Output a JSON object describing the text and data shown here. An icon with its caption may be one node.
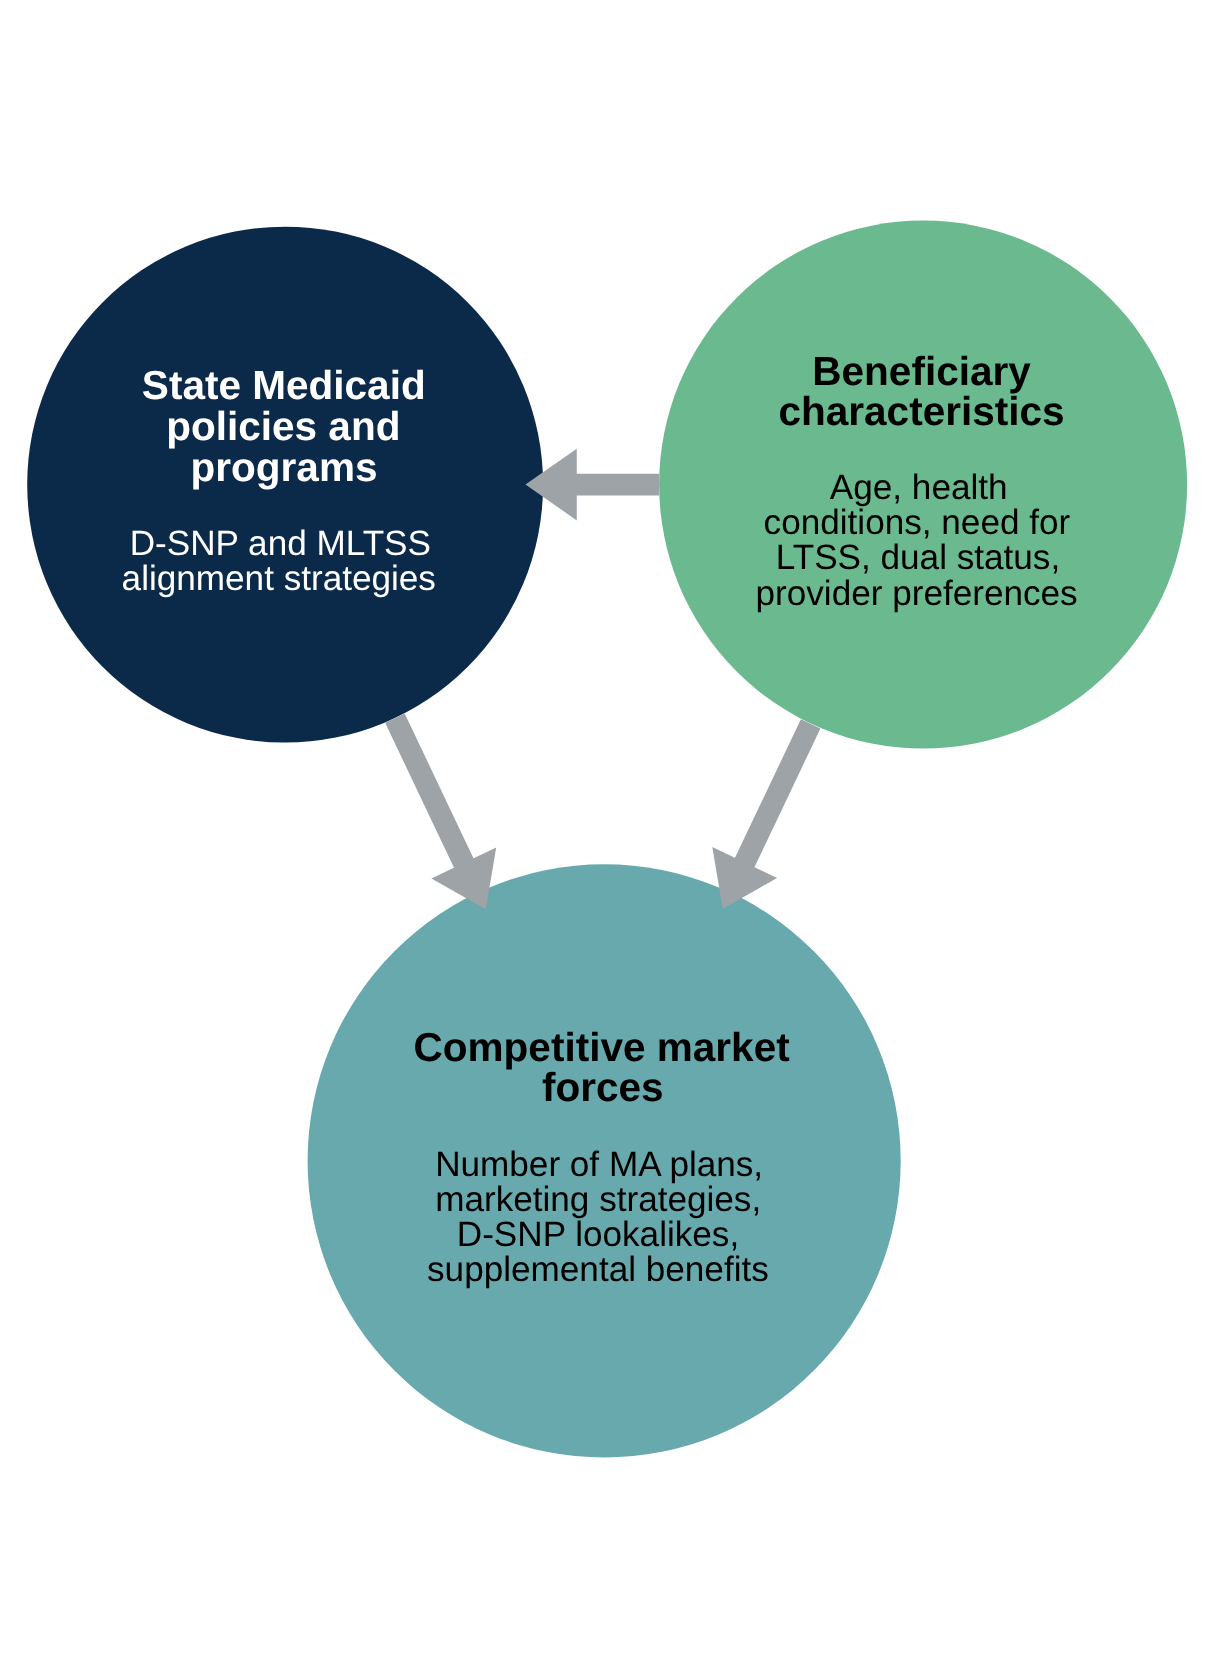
{
  "diagram": {
    "nodes": [
      {
        "text": [
          "State Medicaid policies and programs",
          "D-SNP and MLTSS alignment strategies"
        ]
      },
      {
        "text": [
          "Beneficiary characteristics",
          "Age, health conditions, need for LTSS, dual status, provider preferences"
        ]
      },
      {
        "text": [
          "Competitive market forces",
          "Number of MA plans, marketing strategies, D-SNP lookalikes, supplemental benefits"
        ]
      }
    ],
    "edges": [
      {
        "from": 1,
        "to": 0,
        "arrow": "to"
      },
      {
        "from": 0,
        "to": 2,
        "arrow": "to"
      },
      {
        "from": 1,
        "to": 2,
        "arrow": "to"
      }
    ]
  }
}
